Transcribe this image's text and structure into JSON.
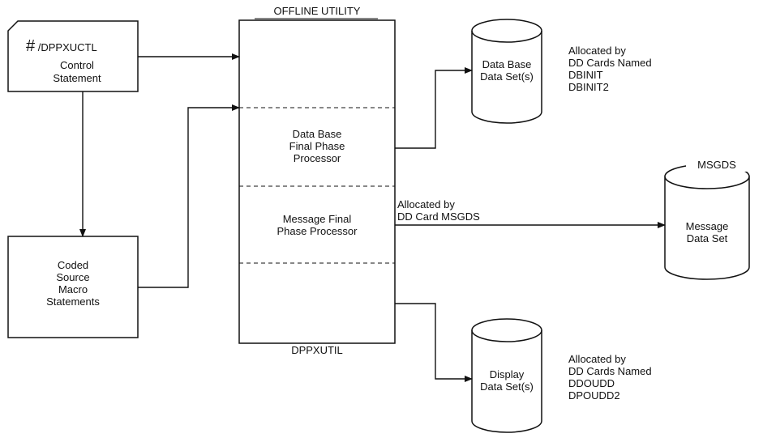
{
  "control_statement": {
    "hash": "#",
    "line1": "/DPPXUCTL",
    "line2": "Control",
    "line3": "Statement"
  },
  "coded_source": {
    "lines": [
      "Coded",
      "Source",
      "Macro",
      "Statements"
    ]
  },
  "utility": {
    "title": "OFFLINE UTILITY",
    "bottom_label": "DPPXUTIL",
    "db_processor": [
      "Data Base",
      "Final Phase",
      "Processor"
    ],
    "msg_processor": [
      "Message Final",
      "Phase Processor"
    ]
  },
  "db_dataset": {
    "lines": [
      "Data Base",
      "Data Set(s)"
    ]
  },
  "db_alloc": {
    "lines": [
      "Allocated by",
      "DD Cards Named",
      "DBINIT",
      "DBINIT2"
    ]
  },
  "msg_alloc": {
    "lines": [
      "Allocated by",
      "DD Card MSGDS"
    ]
  },
  "msg_dataset": {
    "tag": "MSGDS",
    "lines": [
      "Message",
      "Data Set"
    ]
  },
  "display_dataset": {
    "lines": [
      "Display",
      "Data Set(s)"
    ]
  },
  "display_alloc": {
    "lines": [
      "Allocated by",
      "DD Cards Named",
      "DDOUDD",
      "DPOUDD2"
    ]
  }
}
